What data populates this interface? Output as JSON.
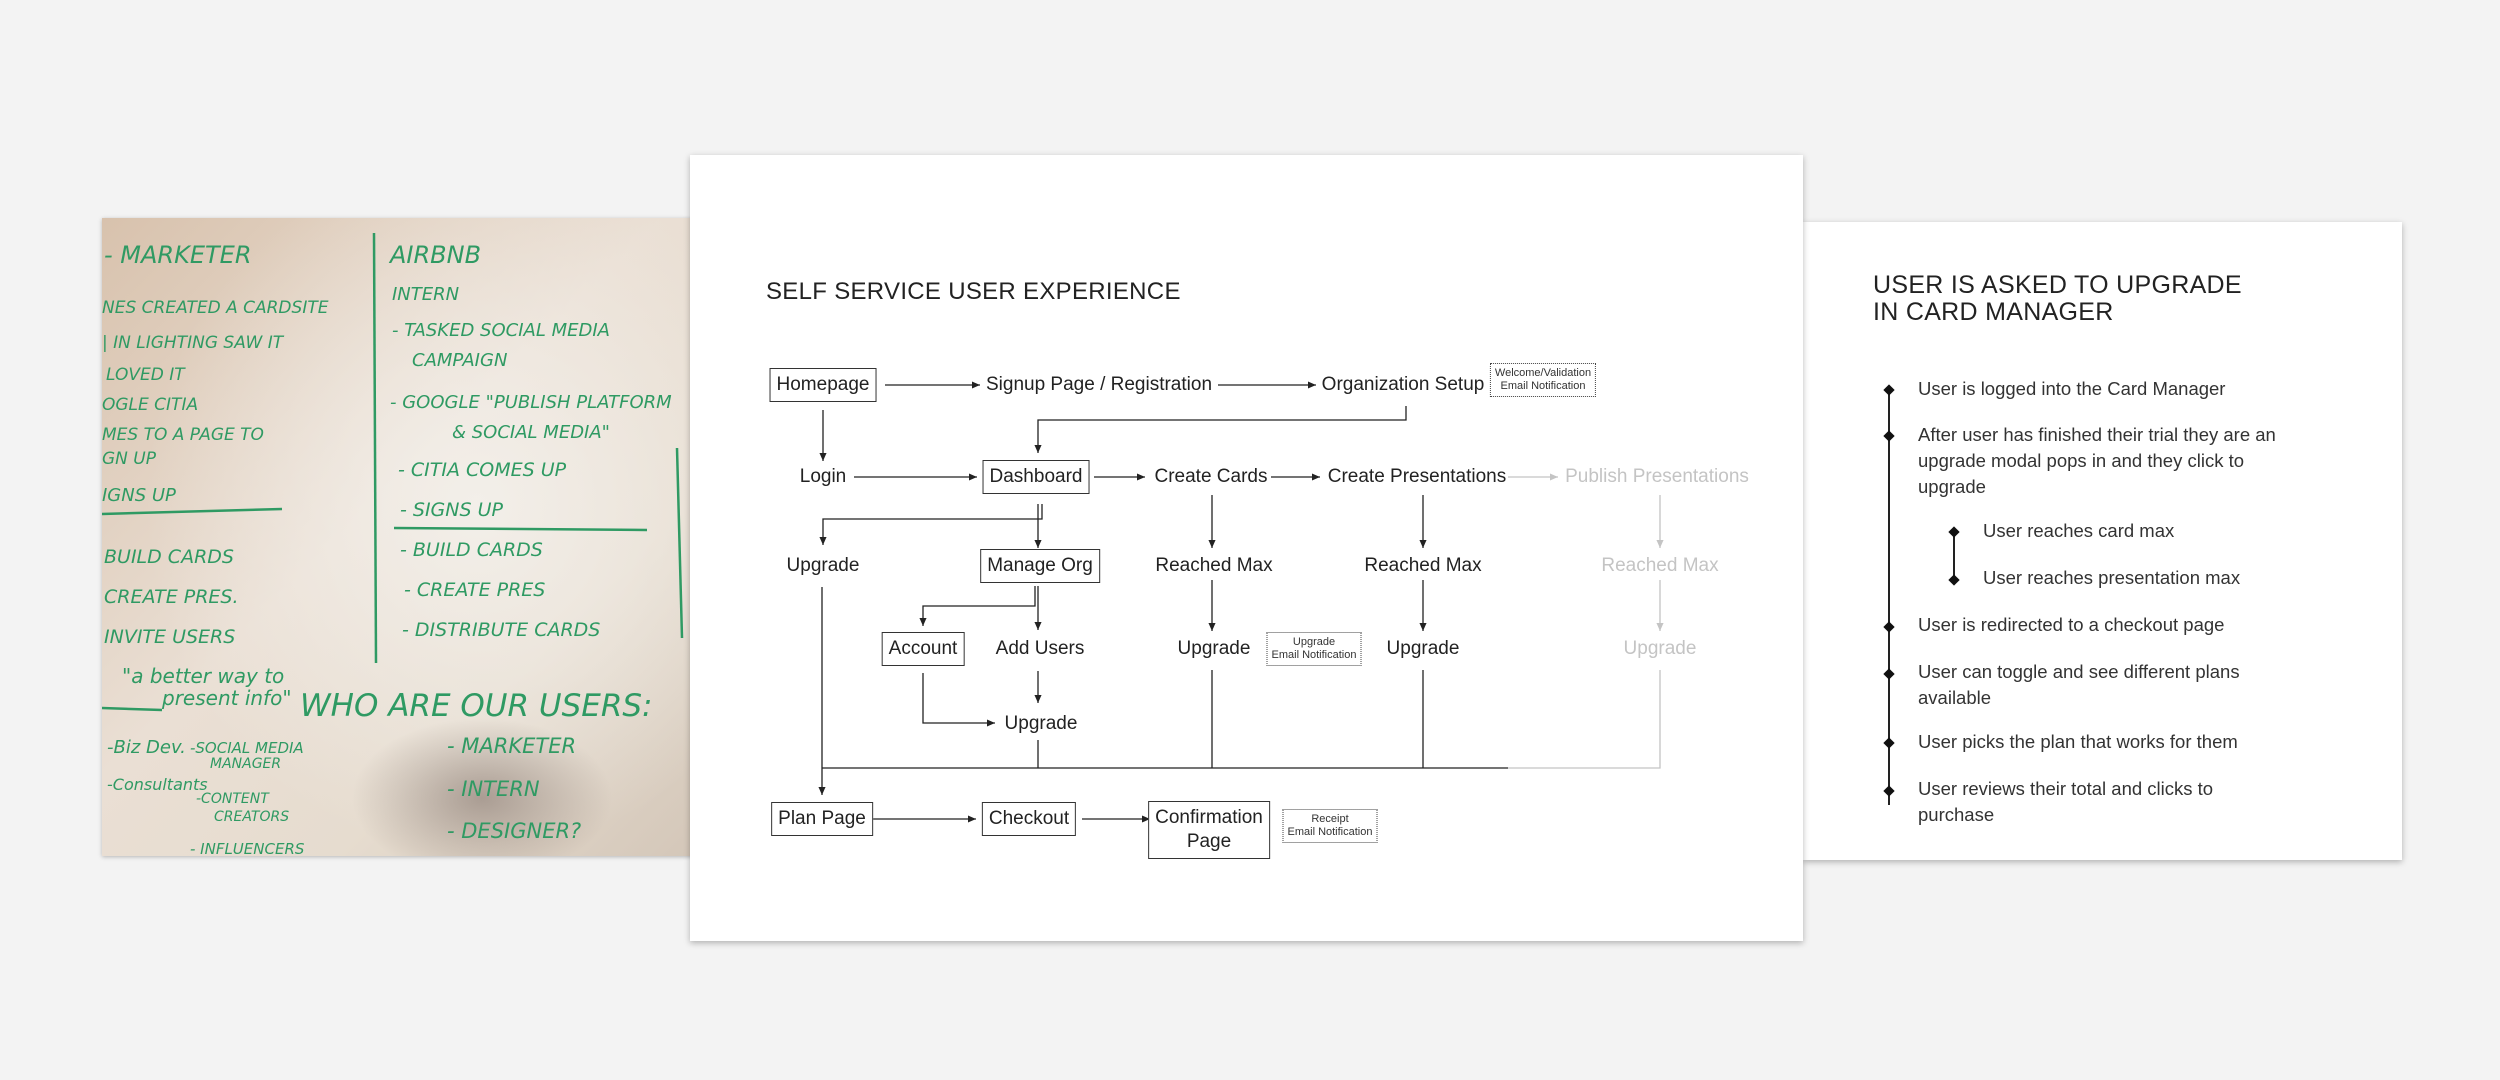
{
  "whiteboard": {
    "left_column": [
      "- MARKETER",
      "NES CREATED A CARDSITE",
      "| IN LIGHTING SAW IT",
      "LOVED IT",
      "OGLE CITIA",
      "MES TO A PAGE TO",
      "GN UP",
      "IGNS UP",
      "BUILD CARDS",
      "CREATE PRES.",
      "INVITE USERS",
      "\"a better way to",
      "present info\""
    ],
    "right_column": [
      "AIRBNB",
      "INTERN",
      "- TASKED SOCIAL MEDIA",
      "CAMPAIGN",
      "- GOOGLE \"PUBLISH PLATFORM",
      "& SOCIAL MEDIA\"",
      "- CITIA COMES UP",
      "- SIGNS UP",
      "- BUILD CARDS",
      "- CREATE PRES",
      "- DISTRIBUTE CARDS"
    ],
    "bottom_heading": "WHO ARE OUR USERS:",
    "bottom_items": [
      "-Biz Dev.",
      "-Consultants",
      "-SOCIAL MEDIA",
      "MANAGER",
      "-CONTENT",
      "CREATORS",
      "- MARKETER",
      "- INTERN",
      "- DESIGNER?",
      "- INFLUENCERS"
    ]
  },
  "flow": {
    "title": "SELF SERVICE USER EXPERIENCE",
    "nodes": {
      "homepage": "Homepage",
      "signup": "Signup Page / Registration",
      "org_setup": "Organization Setup",
      "login": "Login",
      "dashboard": "Dashboard",
      "create_cards": "Create Cards",
      "create_presentations": "Create Presentations",
      "publish_presentations": "Publish Presentations",
      "upgrade_left": "Upgrade",
      "manage_org": "Manage Org",
      "reached_max_cards": "Reached Max",
      "reached_max_pres": "Reached Max",
      "reached_max_publish": "Reached Max",
      "account": "Account",
      "add_users": "Add Users",
      "upgrade_cards": "Upgrade",
      "upgrade_pres": "Upgrade",
      "upgrade_publish": "Upgrade",
      "upgrade_users": "Upgrade",
      "plan_page": "Plan Page",
      "checkout": "Checkout",
      "confirmation_l1": "Confirmation",
      "confirmation_l2": "Page"
    },
    "notes": {
      "welcome_l1": "Welcome/Validation",
      "welcome_l2": "Email Notification",
      "upgrade_l1": "Upgrade",
      "upgrade_l2": "Email Notification",
      "receipt_l1": "Receipt",
      "receipt_l2": "Email Notification"
    }
  },
  "notes_panel": {
    "title_l1": "USER IS ASKED TO UPGRADE",
    "title_l2": "IN CARD MANAGER",
    "items": [
      "User is logged into the Card Manager",
      "After user has finished their trial they are an upgrade modal pops in and they click to upgrade",
      "User is redirected to a checkout page",
      "User can toggle and see different plans available",
      "User picks the plan that works for them",
      "User reviews their total and clicks to purchase"
    ],
    "sub_items": [
      "User reaches card max",
      "User reaches presentation max"
    ]
  }
}
